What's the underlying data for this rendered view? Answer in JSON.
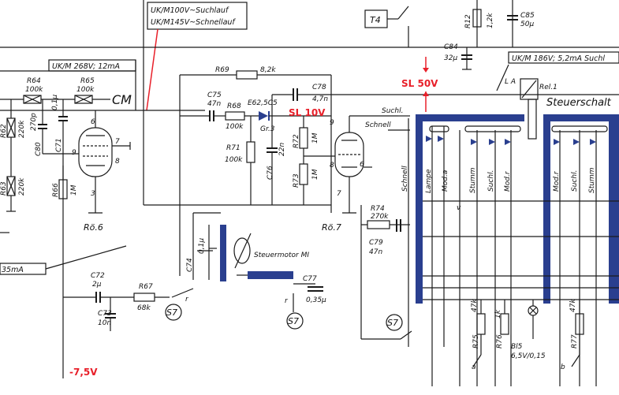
{
  "annotations": {
    "red_labels": [
      "SL 50V",
      "SL 10V",
      "-7,5V"
    ],
    "red_color": "#e8202a",
    "line_color": "#1a1a1a",
    "switch_bar_color": "#2a3f8f"
  },
  "boxes": {
    "top_left_line1": "UK/M100V~Suchlauf",
    "top_left_line2": "UK/M145V~Schnellauf",
    "uk268": "UK/M 268V; 12mA",
    "uk186": "UK/M 186V; 5,2mA Suchl",
    "t4": "T4",
    "ma35": "35mA"
  },
  "components": {
    "r64": "R64",
    "r64v": "100k",
    "r65": "R65",
    "r65v": "100k",
    "cm": "CM",
    "r62": "R62",
    "r62v": "220k",
    "r63": "R63",
    "r63v": "220k",
    "c80": "C80",
    "c80v": "270p",
    "c71": "C71",
    "c71v": "0,1µ",
    "r66": "R66",
    "r66v": "1M",
    "ro6": "Rö.6",
    "r69": "R69",
    "r69v": "8,2k",
    "c75": "C75",
    "c75v": "47n",
    "r68": "R68",
    "r68v": "100k",
    "e62": "E62,5C5",
    "gr3": "Gr.3",
    "c78": "C78",
    "c78v": "4,7n",
    "r71": "R71",
    "r71v": "100k",
    "c76": "C76",
    "c76v": "22n",
    "r72": "R72",
    "r72v": "1M",
    "r73": "R73",
    "r73v": "1M",
    "ro7": "Rö.7",
    "r74": "R74",
    "r74v": "270k",
    "c79": "C79",
    "c79v": "47n",
    "c74": "C74",
    "c74v": "0,1µ",
    "steuermotor": "Steuermotor MI",
    "c72": "C72",
    "c72v": "2µ",
    "c73": "C73",
    "c73v": "10n",
    "r67": "R67",
    "r67v": "68k",
    "s7a": "S7",
    "s7b": "S7",
    "s7c": "S7",
    "c77": "C77",
    "c77v": "0,35µ",
    "r12": "R12",
    "r12v": "1,2k",
    "c85": "C85",
    "c85v": "50µ",
    "c84": "C84",
    "c84v": "32µ",
    "la": "L A",
    "rel1": "Rel.1",
    "steuerschalt": "Steuerschalt",
    "r75": "R75",
    "r75v": "47k",
    "r76": "R76",
    "r76v": "1k",
    "r77": "R77",
    "r77v": "47k",
    "bl5": "Bl5",
    "bl5v": "6,5V/0,15",
    "pin6": "6",
    "pin7": "7",
    "pin8": "8",
    "pin9": "9",
    "pin3": "3",
    "pin9b": "9",
    "pin8b": "8",
    "pin6b": "6",
    "pin7b": "7",
    "a": "a",
    "b": "b",
    "r": "r",
    "r2": "r",
    "v": "v"
  },
  "switch_labels": [
    "Suchl.",
    "Schnell",
    "Schnell",
    "Lampe",
    "Mod.a",
    "Stumm",
    "Suchl.",
    "Mod.r",
    "Mod.r",
    "Suchl.",
    "Stumm"
  ]
}
